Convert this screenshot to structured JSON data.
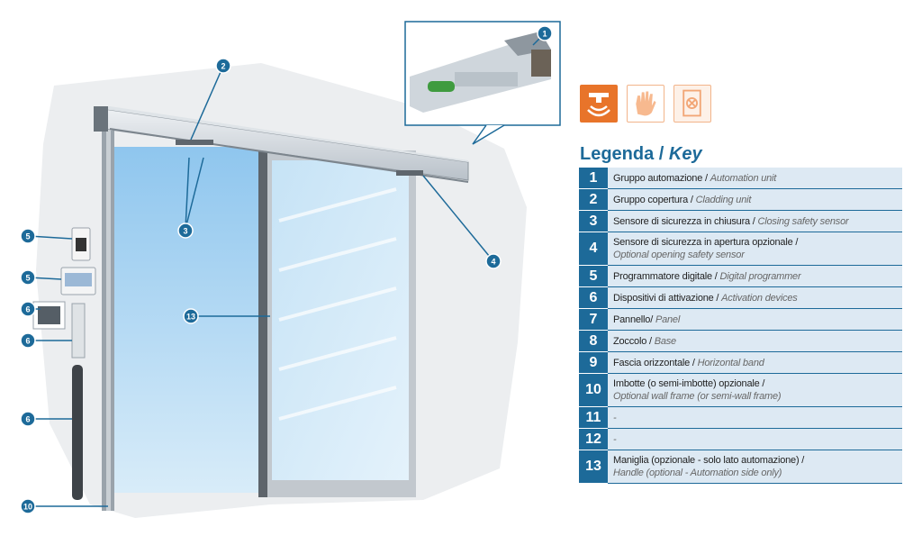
{
  "legend": {
    "title": "Legenda /",
    "title_key": "Key",
    "items": [
      {
        "num": "1",
        "it": "Gruppo automazione /",
        "en": "Automation unit",
        "wrap": false
      },
      {
        "num": "2",
        "it": "Gruppo copertura /",
        "en": "Cladding unit",
        "wrap": false
      },
      {
        "num": "3",
        "it": "Sensore di sicurezza in chiusura /",
        "en": "Closing safety sensor",
        "wrap": false
      },
      {
        "num": "4",
        "it": "Sensore di sicurezza in apertura opzionale /",
        "en": "Optional opening safety sensor",
        "wrap": true
      },
      {
        "num": "5",
        "it": "Programmatore digitale /",
        "en": "Digital programmer",
        "wrap": false
      },
      {
        "num": "6",
        "it": "Dispositivi di attivazione /",
        "en": "Activation devices",
        "wrap": false
      },
      {
        "num": "7",
        "it": "Pannello/",
        "en": "Panel",
        "wrap": false
      },
      {
        "num": "8",
        "it": "Zoccolo /",
        "en": "Base",
        "wrap": false
      },
      {
        "num": "9",
        "it": "Fascia orizzontale /",
        "en": "Horizontal band",
        "wrap": false
      },
      {
        "num": "10",
        "it": "Imbotte (o semi-imbotte) opzionale /",
        "en": "Optional wall frame (or semi-wall frame)",
        "wrap": true
      },
      {
        "num": "11",
        "it": "",
        "en": "-",
        "wrap": false
      },
      {
        "num": "12",
        "it": "",
        "en": "-",
        "wrap": false
      },
      {
        "num": "13",
        "it": "Maniglia (opzionale - solo lato automazione) /",
        "en": "Handle (optional - Automation side only)",
        "wrap": true
      }
    ]
  },
  "callouts": [
    "1",
    "2",
    "3",
    "4",
    "5",
    "5",
    "6",
    "6",
    "6",
    "10",
    "13"
  ],
  "icons": [
    "sensor-icon",
    "hand-icon",
    "door-switch-icon"
  ],
  "colors": {
    "accent": "#1d6a99",
    "orange": "#e8742a",
    "row_bg": "#dde9f3"
  }
}
